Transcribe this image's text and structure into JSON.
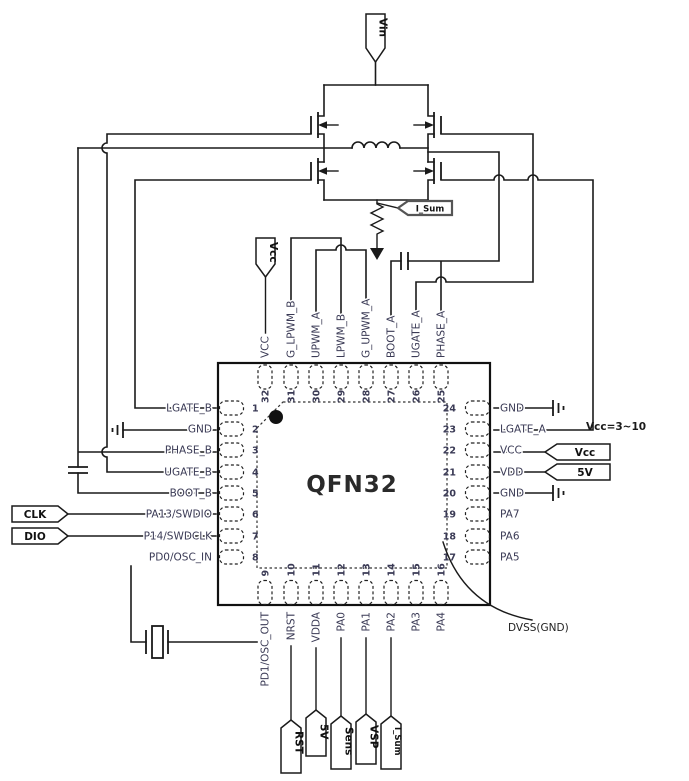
{
  "chip": {
    "name": "QFN32",
    "pins": {
      "left": [
        {
          "num": "1",
          "label": "LGATE_B"
        },
        {
          "num": "2",
          "label": "GND"
        },
        {
          "num": "3",
          "label": "PHASE_B"
        },
        {
          "num": "4",
          "label": "UGATE_B"
        },
        {
          "num": "5",
          "label": "BOOT_B"
        },
        {
          "num": "6",
          "label": "PA13/SWDIO"
        },
        {
          "num": "7",
          "label": "P14/SWDCLK"
        },
        {
          "num": "8",
          "label": "PD0/OSC_IN"
        }
      ],
      "right": [
        {
          "num": "24",
          "label": "GND"
        },
        {
          "num": "23",
          "label": "LGATE_A"
        },
        {
          "num": "22",
          "label": "VCC"
        },
        {
          "num": "21",
          "label": "VDD"
        },
        {
          "num": "20",
          "label": "GND"
        },
        {
          "num": "19",
          "label": "PA7"
        },
        {
          "num": "18",
          "label": "PA6"
        },
        {
          "num": "17",
          "label": "PA5"
        }
      ],
      "top": [
        {
          "num": "32",
          "label": "VCC"
        },
        {
          "num": "31",
          "label": "G_LPWM_B"
        },
        {
          "num": "30",
          "label": "UPWM_A"
        },
        {
          "num": "29",
          "label": "LPWM_B"
        },
        {
          "num": "28",
          "label": "G_UPWM_A"
        },
        {
          "num": "27",
          "label": "BOOT_A"
        },
        {
          "num": "26",
          "label": "UGATE_A"
        },
        {
          "num": "25",
          "label": "PHASE_A"
        }
      ],
      "bottom": [
        {
          "num": "9",
          "label": "PD1/OSC_OUT"
        },
        {
          "num": "10",
          "label": "NRST"
        },
        {
          "num": "11",
          "label": "VDDA"
        },
        {
          "num": "12",
          "label": "PA0"
        },
        {
          "num": "13",
          "label": "PA1"
        },
        {
          "num": "14",
          "label": "PA2"
        },
        {
          "num": "15",
          "label": "PA3"
        },
        {
          "num": "16",
          "label": "PA4"
        }
      ]
    }
  },
  "flags": {
    "vin": "Vin",
    "vcc_top": "Vcc",
    "i_sum": "I_Sum",
    "clk": "CLK",
    "dio": "DIO",
    "vcc_right": "Vcc",
    "v5_right": "5V",
    "rst": "RST",
    "v5_bottom": "5V",
    "sens": "Sens",
    "vsp": "VSP",
    "sum_bottom": "I_Sum"
  },
  "annotations": {
    "vcc_range": "Vcc=3~10",
    "dvss": "DVSS(GND)"
  },
  "colors": {
    "line": "#1a1a1a",
    "pin_text": "#3a3a55",
    "background": "#ffffff"
  }
}
